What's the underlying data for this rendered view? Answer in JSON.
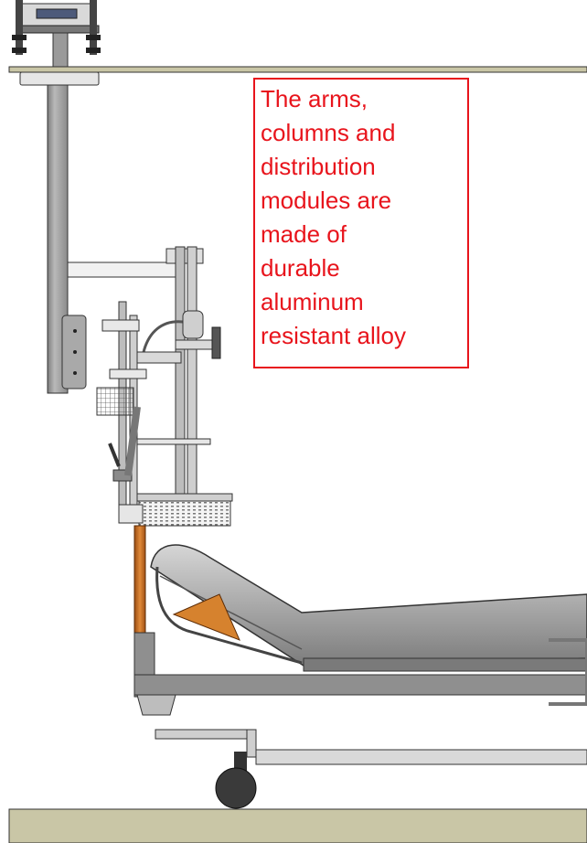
{
  "callout": {
    "lines": [
      "The arms,",
      "columns and",
      "distribution",
      "modules are",
      "made of",
      "durable",
      "aluminum",
      "resistant alloy"
    ]
  },
  "colors": {
    "callout_red": "#e8141c",
    "floor": "#c9c6a6",
    "column": "#9a9a9a",
    "bed_gray": "#8f8f8f",
    "wood_post": "#c8681c"
  }
}
